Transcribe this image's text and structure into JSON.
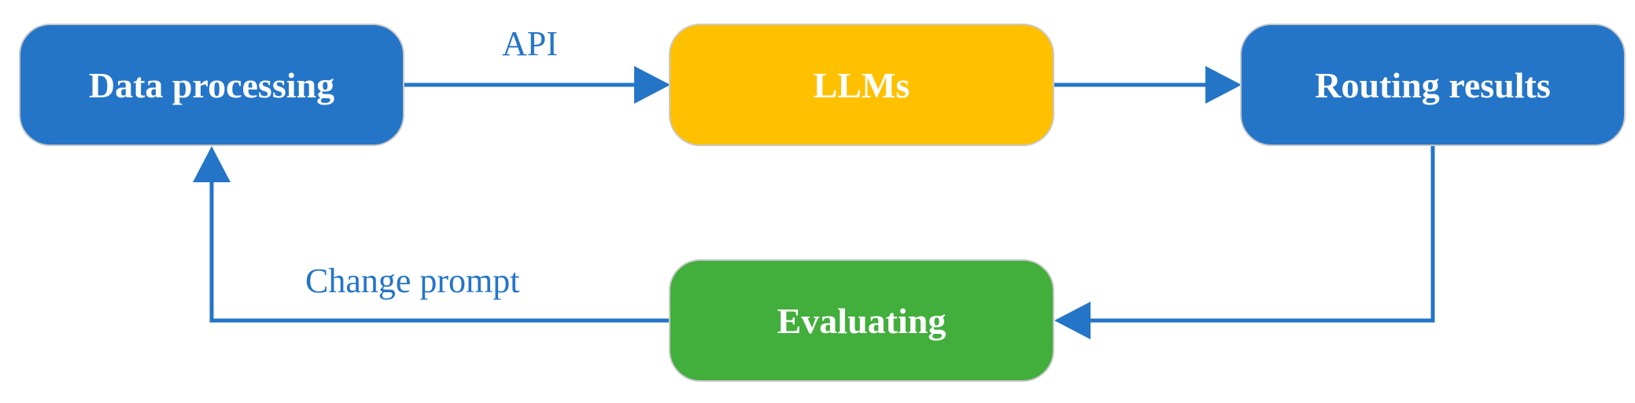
{
  "colors": {
    "blue": "#2475C8",
    "yellow": "#FFC000",
    "green": "#42AE3C",
    "arrow": "#2475C8",
    "text_white": "#FFFFFF"
  },
  "nodes": {
    "data_processing": "Data processing",
    "llms": "LLMs",
    "routing_results": "Routing results",
    "evaluating": "Evaluating"
  },
  "edges": {
    "api_label": "API",
    "change_prompt_label": "Change prompt"
  }
}
